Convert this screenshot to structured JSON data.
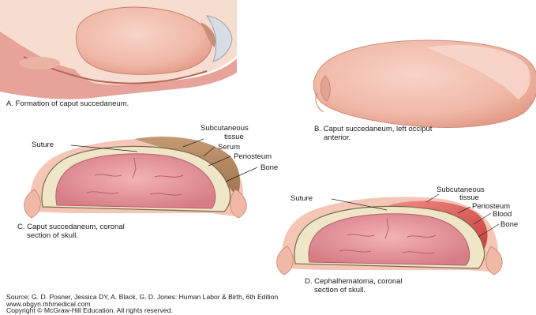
{
  "panel_a": {
    "caption": "A. Formation of caput succedaneum."
  },
  "panel_b": {
    "caption_line1": "B. Caput succedaneum, left occiput",
    "caption_line2": "anterior."
  },
  "panel_c": {
    "caption_line1": "C. Caput succedaneum, coronal",
    "caption_line2": "section of skull.",
    "labels": {
      "suture": "Suture",
      "subcutaneous_line1": "Subcutaneous",
      "subcutaneous_line2": "tissue",
      "serum": "Serum",
      "periosteum": "Periosteum",
      "bone": "Bone"
    }
  },
  "panel_d": {
    "caption_line1": "D. Cephalhematoma, coronal",
    "caption_line2": "section of skull.",
    "labels": {
      "suture": "Suture",
      "subcutaneous_line1": "Subcutaneous",
      "subcutaneous_line2": "tissue",
      "periosteum": "Periosteum",
      "blood": "Blood",
      "bone": "Bone"
    }
  },
  "source": {
    "line1": "Source: G. D. Posner, Jessica DY, A. Black, G. D. Jones: Human Labor & Birth, 6th Edition",
    "line2": "www.obgyn.mhmedical.com",
    "line3": "Copyright © McGraw-Hill Education.  All rights reserved."
  },
  "colors": {
    "skin": "#f4c6b6",
    "brain": "#e89aa0",
    "bone": "#efe6c8",
    "caput": "#b88a62",
    "blood": "#d9534f"
  }
}
